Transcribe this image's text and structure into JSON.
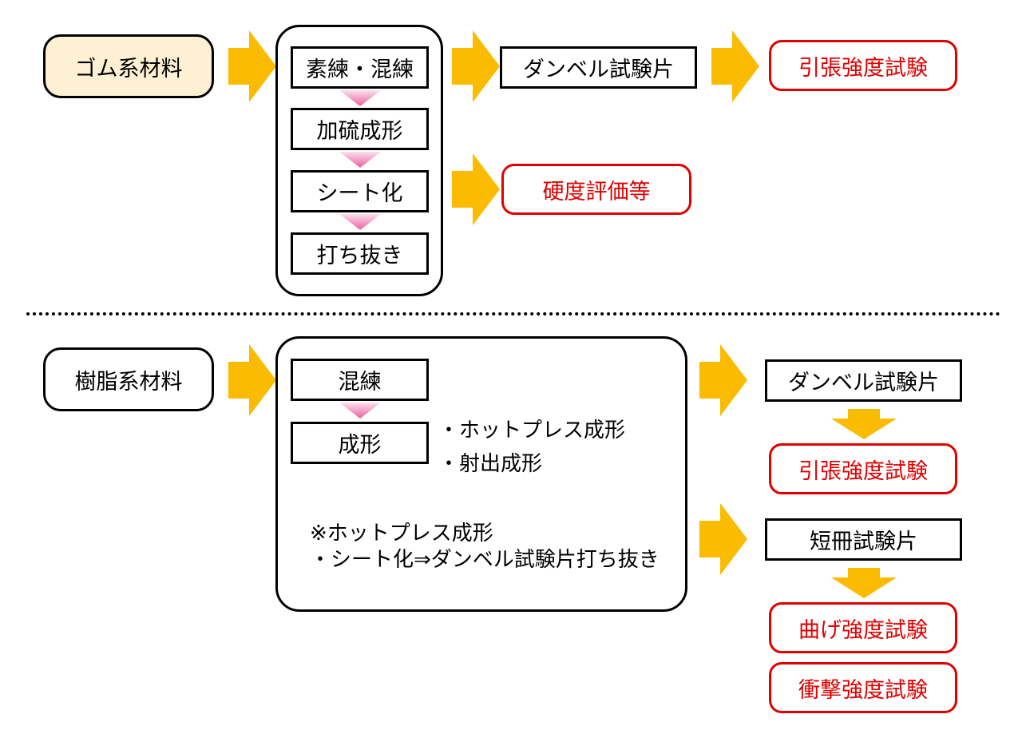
{
  "colors": {
    "arrow": "#fbbb00",
    "pink_arrow": "#ec5f9f",
    "red": "#e00000",
    "rubber_fill": "#fdf0d3"
  },
  "rubber": {
    "material": "ゴム系材料",
    "steps": [
      "素練・混練",
      "加硫成形",
      "シート化",
      "打ち抜き"
    ],
    "specimen": "ダンベル試験片",
    "test_tensile": "引張強度試験",
    "test_hardness": "硬度評価等"
  },
  "resin": {
    "material": "樹脂系材料",
    "steps": [
      "混練",
      "成形"
    ],
    "molding_methods": [
      "・ホットプレス成形",
      "・射出成形"
    ],
    "note_lines": [
      "※ホットプレス成形",
      "・シート化⇒ダンベル試験片打ち抜き"
    ],
    "specimen_dumbbell": "ダンベル試験片",
    "test_tensile": "引張強度試験",
    "specimen_strip": "短冊試験片",
    "test_bending": "曲げ強度試験",
    "test_impact": "衝撃強度試験"
  }
}
